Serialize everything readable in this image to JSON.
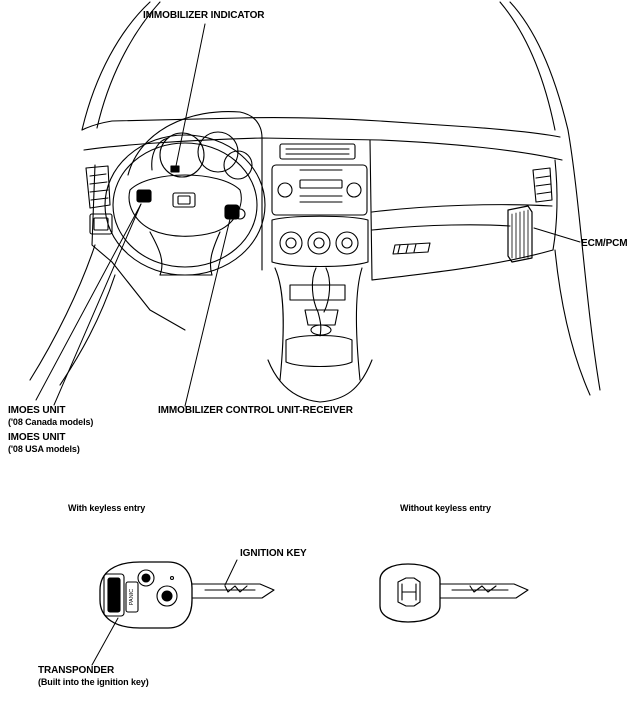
{
  "labels": {
    "immobilizer_indicator": "IMMOBILIZER INDICATOR",
    "ecm_pcm": "ECM/PCM",
    "imoes_unit_canada_title": "IMOES UNIT",
    "imoes_unit_canada_note": "('08 Canada models)",
    "imoes_unit_usa_title": "IMOES UNIT",
    "imoes_unit_usa_note": "('08 USA models)",
    "immobilizer_receiver": "IMMOBILIZER CONTROL UNIT-RECEIVER",
    "with_keyless": "With keyless entry",
    "without_keyless": "Without keyless entry",
    "ignition_key": "IGNITION KEY",
    "transponder_title": "TRANSPONDER",
    "transponder_note": "(Built into the ignition key)",
    "panic_button": "PANIC"
  }
}
